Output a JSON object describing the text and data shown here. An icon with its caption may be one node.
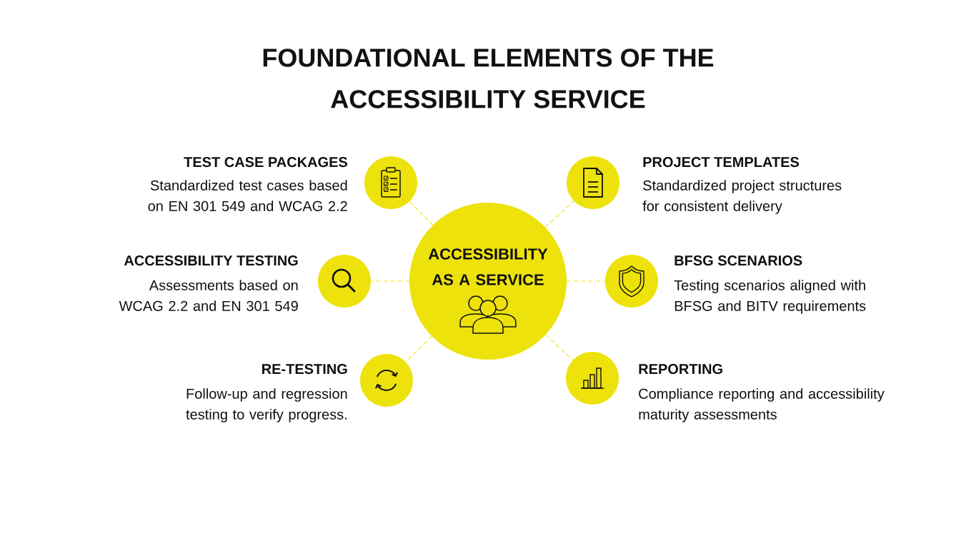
{
  "diagram": {
    "title": "FOUNDATIONAL ELEMENTS OF THE ACCESSIBILITY SERVICE",
    "nodes": [
      {
        "text": [
          "ACCESSIBILITY AS A SERVICE"
        ]
      },
      {
        "text": [
          "TEST CASE PACKAGES",
          "Standardized test cases based on EN 301 549 and WCAG 2.2"
        ]
      },
      {
        "text": [
          "PROJECT TEMPLATES",
          "Standardized project structures for consistent delivery"
        ]
      },
      {
        "text": [
          "ACCESSIBILITY TESTING",
          "Assessments based on WCAG 2.2 and EN 301 549"
        ]
      },
      {
        "text": [
          "BFSG SCENARIOS",
          "Testing scenarios aligned with BFSG and BITV requirements"
        ]
      },
      {
        "text": [
          "RE-TESTING",
          "Follow-up and regression testing to verify progress."
        ]
      },
      {
        "text": [
          "REPORTING",
          "Compliance reporting and accessibility maturity assessments"
        ]
      }
    ],
    "edges": [
      {
        "from": 0,
        "to": 1,
        "arrow": "none",
        "style": "dashed"
      },
      {
        "from": 0,
        "to": 2,
        "arrow": "none",
        "style": "dashed"
      },
      {
        "from": 0,
        "to": 3,
        "arrow": "none",
        "style": "dashed"
      },
      {
        "from": 0,
        "to": 4,
        "arrow": "none",
        "style": "dashed"
      },
      {
        "from": 0,
        "to": 5,
        "arrow": "none",
        "style": "dashed"
      },
      {
        "from": 0,
        "to": 6,
        "arrow": "none",
        "style": "dashed"
      }
    ]
  }
}
